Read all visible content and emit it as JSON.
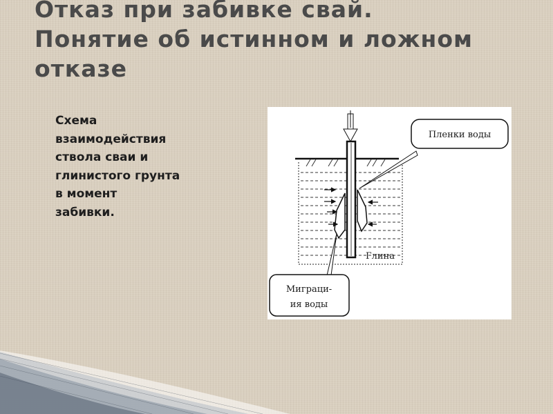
{
  "title": {
    "line1": "Отказ при забивке свай.",
    "line2": "Понятие об истинном и ложном",
    "line3": "отказе"
  },
  "body": {
    "lines": [
      "Схема",
      "взаимодействия",
      "ствола сваи и",
      "глинистого грунта",
      "в момент",
      "забивки."
    ]
  },
  "diagram": {
    "callout_water_films": "Пленки воды",
    "soil_label": "Глина",
    "callout_migration_line1": "Миграци-",
    "callout_migration_line2": "ия воды"
  }
}
